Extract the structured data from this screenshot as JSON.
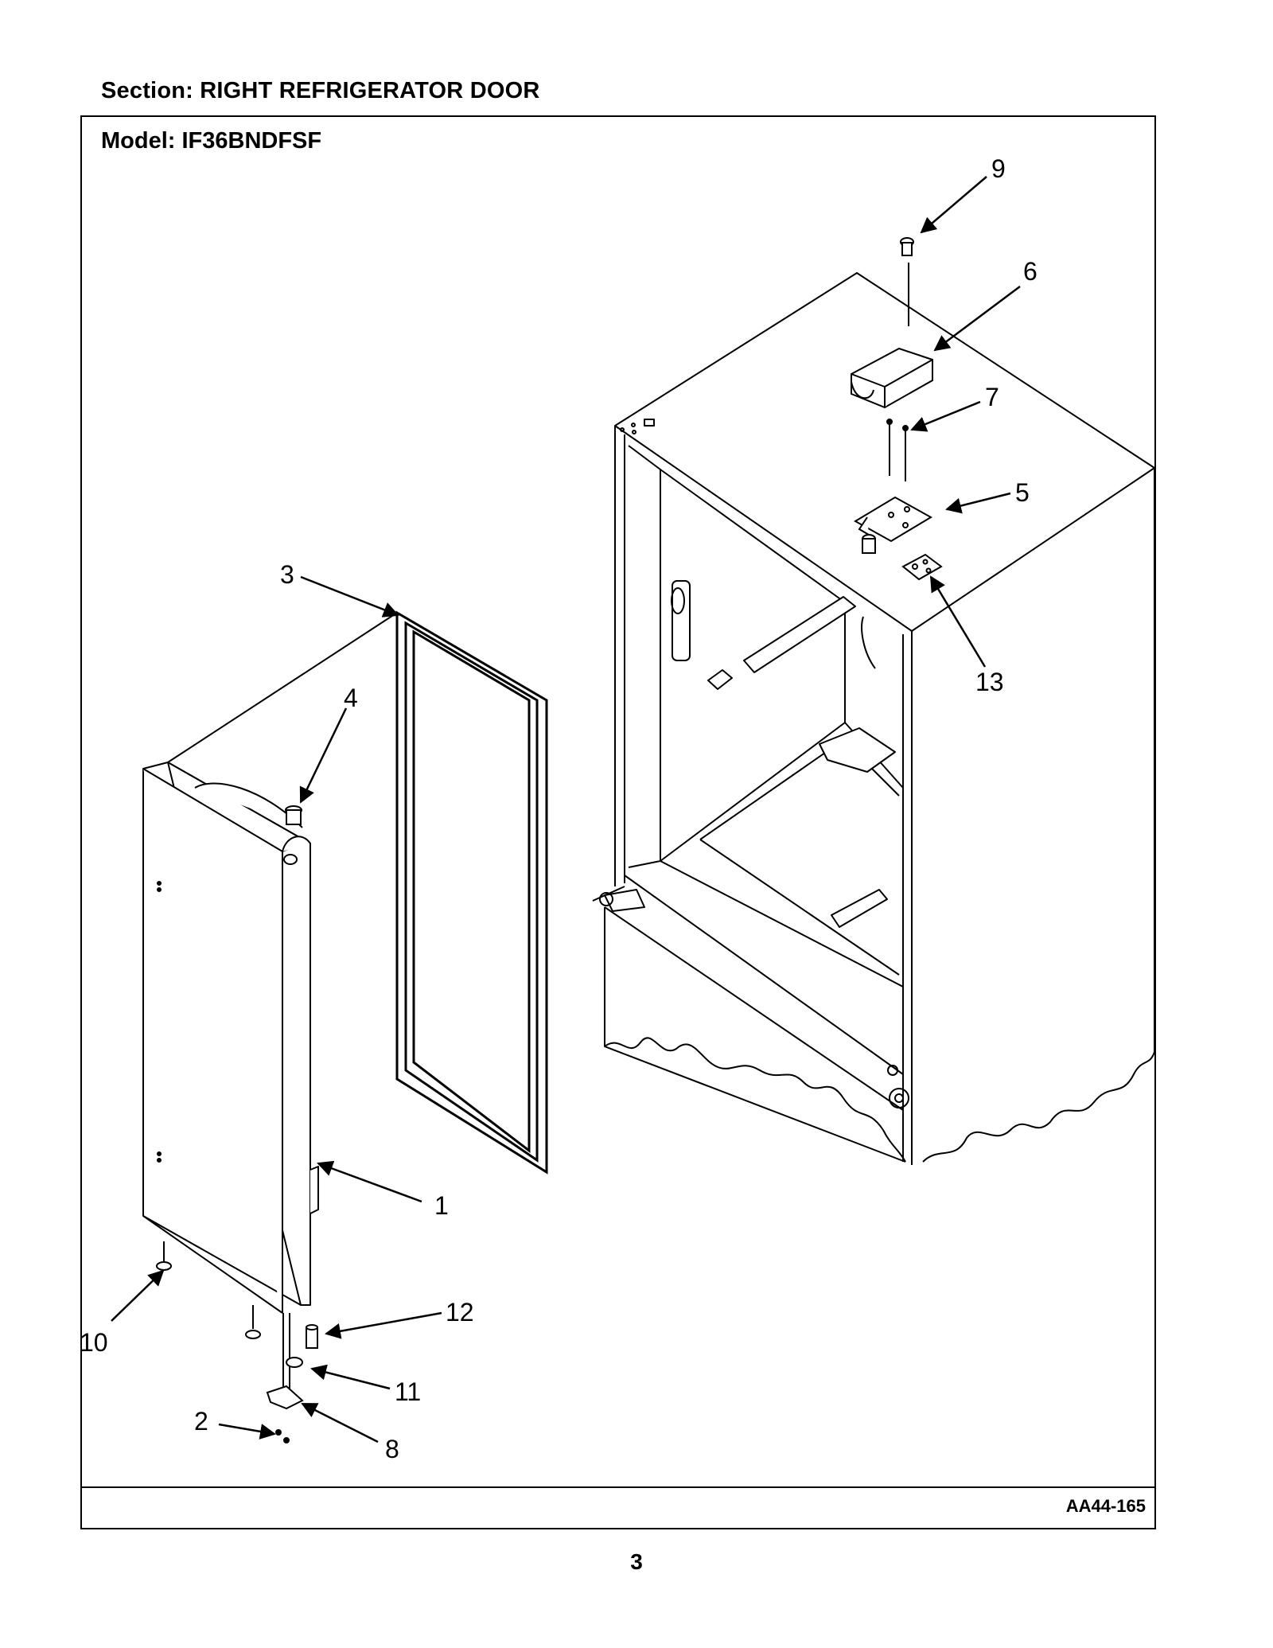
{
  "header": {
    "section": "Section:  RIGHT REFRIGERATOR DOOR",
    "model": "Model:  IF36BNDFSF"
  },
  "footer": {
    "drawing_id": "AA44-165",
    "page_number": "3"
  },
  "callouts": {
    "c1": "1",
    "c2": "2",
    "c3": "3",
    "c4": "4",
    "c5": "5",
    "c6": "6",
    "c7": "7",
    "c8": "8",
    "c9": "9",
    "c10": "10",
    "c11": "11",
    "c12": "12",
    "c13": "13"
  }
}
